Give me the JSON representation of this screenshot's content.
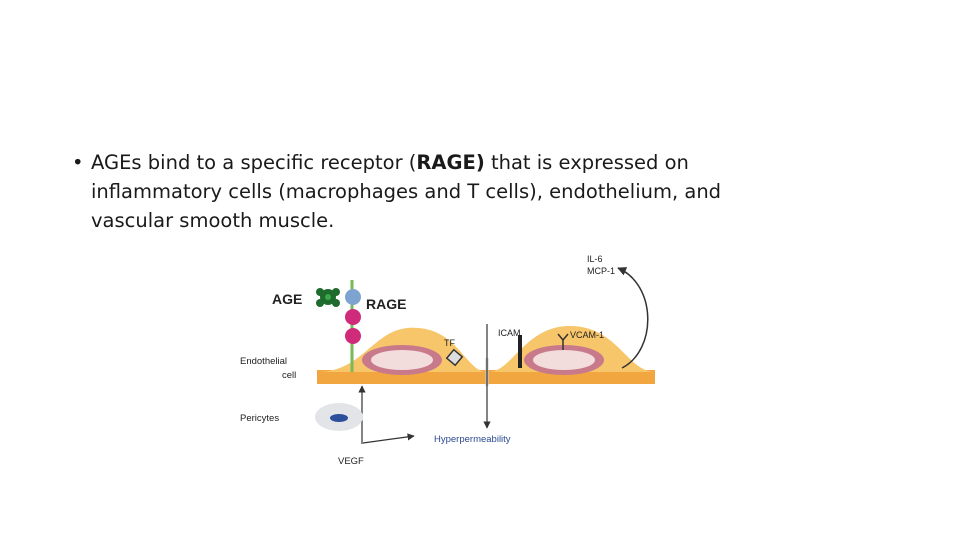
{
  "slide": {
    "bullet": {
      "marker": "•",
      "line1_pre": "AGEs bind to a specific receptor (",
      "line1_bold": "RAGE)",
      "line1_post": " that is expressed on",
      "line2": "inflammatory cells (macrophages and T cells), endothelium, and",
      "line3": "vascular smooth muscle."
    }
  },
  "diagram": {
    "labels": {
      "age": "AGE",
      "rage": "RAGE",
      "endothelial_line1": "Endothelial",
      "endothelial_line2": "cell",
      "pericytes": "Pericytes",
      "tf": "TF",
      "icam": "ICAM",
      "vcam": "VCAM-1",
      "il6": "IL-6",
      "mcp1": "MCP-1",
      "hyperpermeability": "Hyperpermeability",
      "vegf": "VEGF"
    },
    "colors": {
      "cell_fill": "#f7c56a",
      "basement": "#f2a640",
      "nucleus_outer": "#c97a8a",
      "nucleus_inner": "#f3dcdc",
      "age_green": "#1f6b2e",
      "rage_blue": "#7fa3d1",
      "rage_pink": "#d02a7a",
      "stalk": "#79b957",
      "pericyte_bg": "#e2e4e8",
      "pericyte_nucleus": "#2d4f9a",
      "blue_label": "#2c4a93"
    }
  }
}
